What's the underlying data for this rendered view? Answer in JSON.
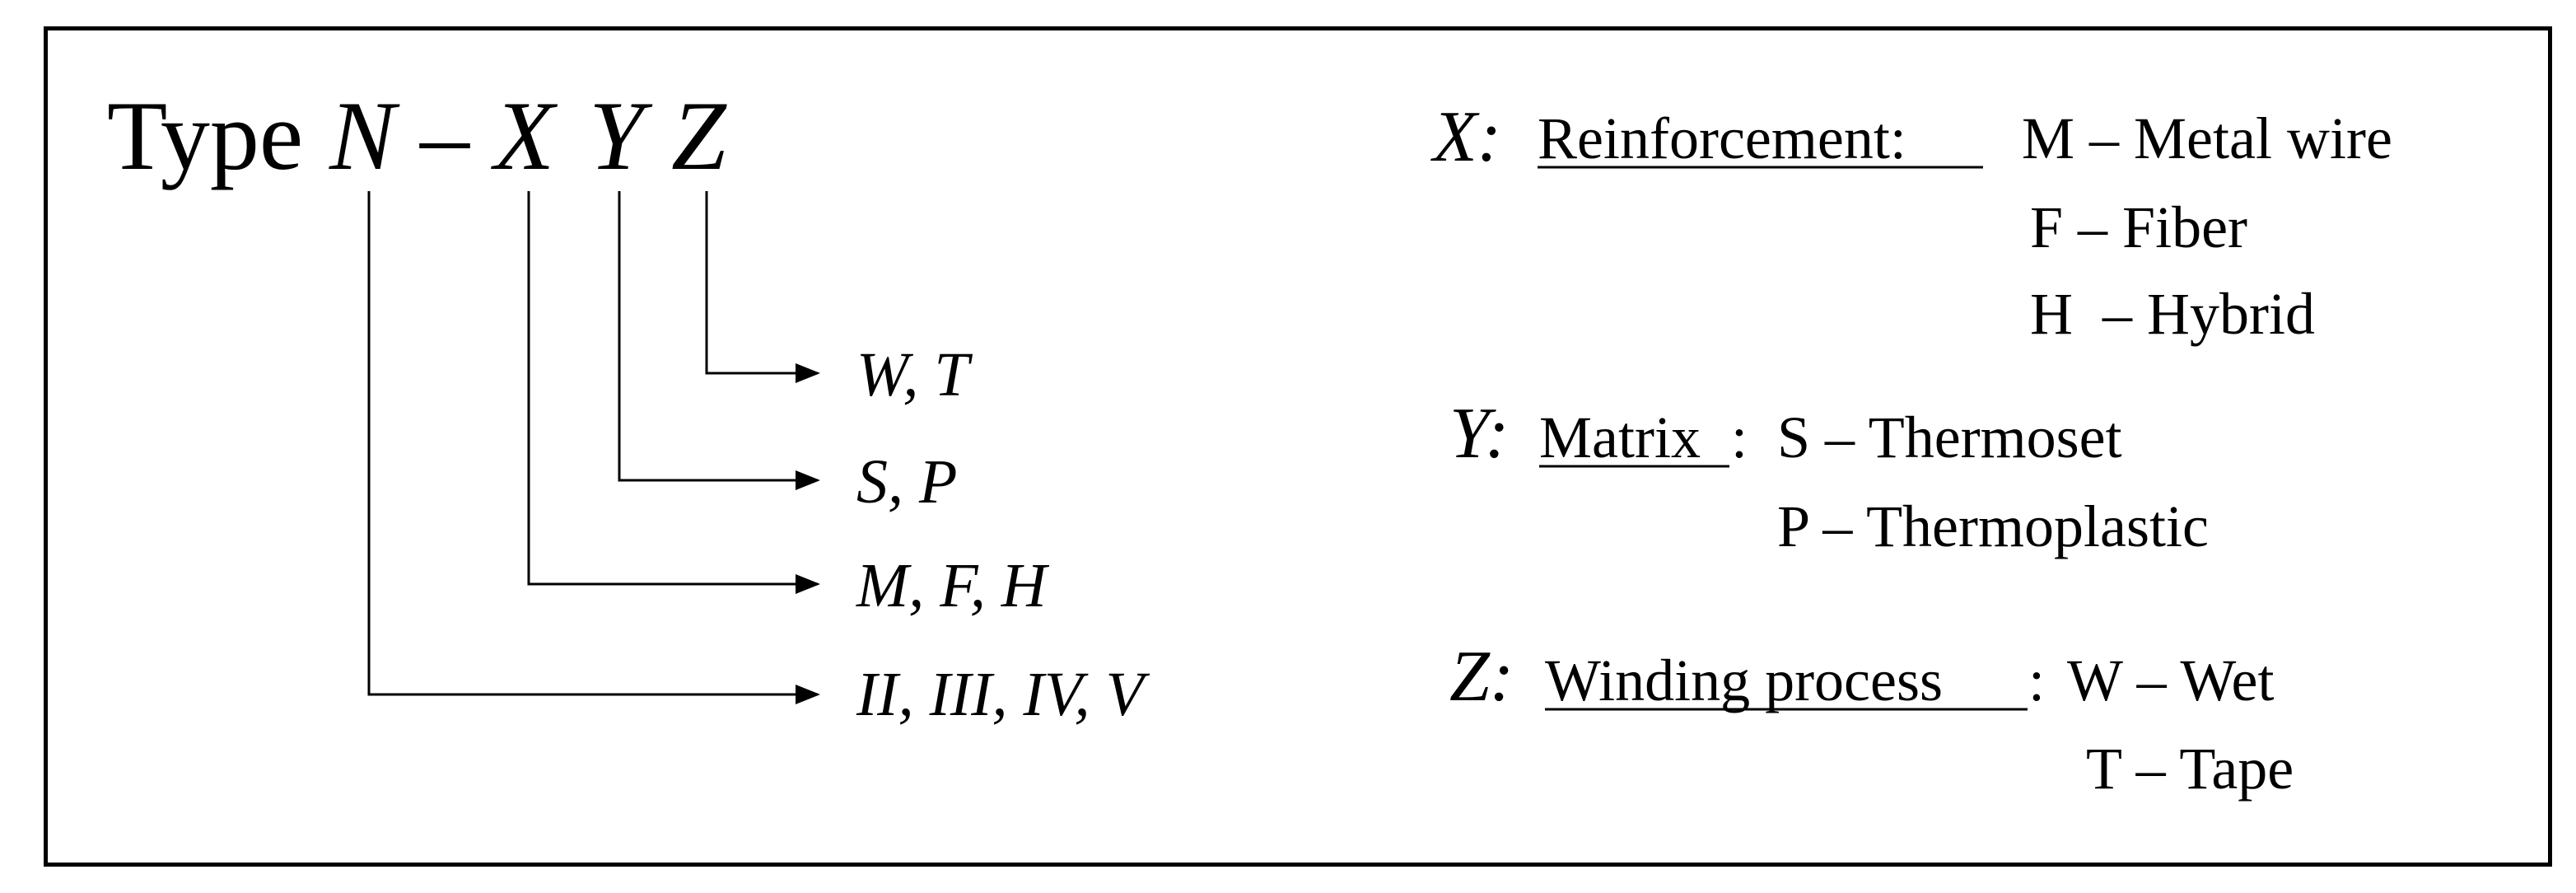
{
  "title": {
    "prefix": "Type",
    "n": "N",
    "dash": "–",
    "x": "X",
    "y": "Y",
    "z": "Z"
  },
  "branches": [
    {
      "label": "W, T"
    },
    {
      "label": "S, P"
    },
    {
      "label": "M, F, H"
    },
    {
      "label": "II, III, IV, V"
    }
  ],
  "legend": {
    "x": {
      "var": "X:",
      "heading": "Reinforcement:",
      "options": [
        "M – Metal wire",
        "F – Fiber",
        "H  – Hybrid"
      ]
    },
    "y": {
      "var": "Y:",
      "heading": "Matrix",
      "colon": ":",
      "options": [
        "S – Thermoset",
        "P – Thermoplastic"
      ]
    },
    "z": {
      "var": "Z:",
      "heading": "Winding process",
      "colon": ":",
      "options": [
        "W – Wet",
        "T – Tape"
      ]
    }
  }
}
